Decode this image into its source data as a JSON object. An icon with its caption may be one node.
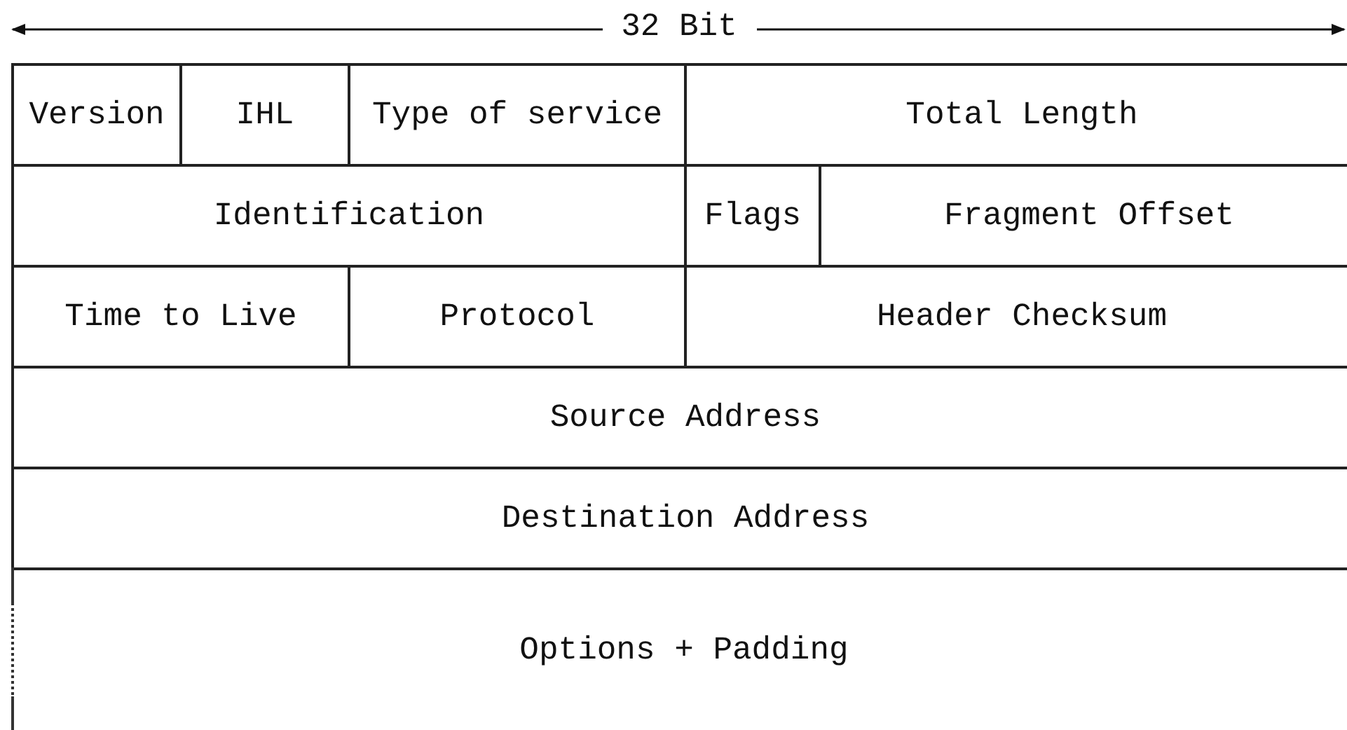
{
  "diagram": {
    "nodes": [
      {
        "text": [
          "Version"
        ]
      },
      {
        "text": [
          "IHL"
        ]
      },
      {
        "text": [
          "Type of service"
        ]
      },
      {
        "text": [
          "Total Length"
        ]
      },
      {
        "text": [
          "Identification"
        ]
      },
      {
        "text": [
          "Flags"
        ]
      },
      {
        "text": [
          "Fragment Offset"
        ]
      },
      {
        "text": [
          "Time to Live"
        ]
      },
      {
        "text": [
          "Protocol"
        ]
      },
      {
        "text": [
          "Header Checksum"
        ]
      },
      {
        "text": [
          "Source Address"
        ]
      },
      {
        "text": [
          "Destination Address"
        ]
      },
      {
        "text": [
          "Options + Padding"
        ]
      }
    ],
    "labels": [
      "32 Bit"
    ]
  }
}
